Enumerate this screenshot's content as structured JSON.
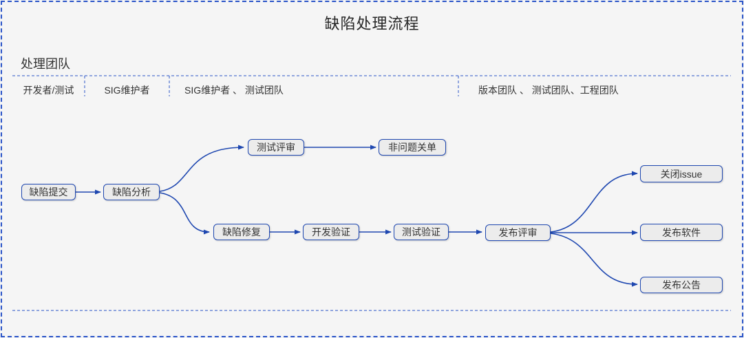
{
  "title": "缺陷处理流程",
  "pool": {
    "label": "处理团队"
  },
  "lanes": [
    {
      "label": "开发者/测试"
    },
    {
      "label": "SIG维护者"
    },
    {
      "label": "SIG维护者 、 测试团队"
    },
    {
      "label": "版本团队 、 测试团队、工程团队"
    }
  ],
  "nodes": [
    {
      "id": "defect-submit",
      "label": "缺陷提交"
    },
    {
      "id": "defect-analysis",
      "label": "缺陷分析"
    },
    {
      "id": "test-review",
      "label": "测试评审"
    },
    {
      "id": "non-issue-close",
      "label": "非问题关单"
    },
    {
      "id": "defect-fix",
      "label": "缺陷修复"
    },
    {
      "id": "dev-verify",
      "label": "开发验证"
    },
    {
      "id": "test-verify",
      "label": "测试验证"
    },
    {
      "id": "release-review",
      "label": "发布评审"
    },
    {
      "id": "close-issue",
      "label": "关闭issue"
    },
    {
      "id": "release-software",
      "label": "发布软件"
    },
    {
      "id": "release-announcement",
      "label": "发布公告"
    }
  ],
  "edges": [
    {
      "from": "缺陷提交",
      "to": "缺陷分析"
    },
    {
      "from": "缺陷分析",
      "to": "测试评审"
    },
    {
      "from": "缺陷分析",
      "to": "缺陷修复"
    },
    {
      "from": "测试评审",
      "to": "非问题关单"
    },
    {
      "from": "缺陷修复",
      "to": "开发验证"
    },
    {
      "from": "开发验证",
      "to": "测试验证"
    },
    {
      "from": "测试验证",
      "to": "发布评审"
    },
    {
      "from": "发布评审",
      "to": "关闭issue"
    },
    {
      "from": "发布评审",
      "to": "发布软件"
    },
    {
      "from": "发布评审",
      "to": "发布公告"
    }
  ],
  "colors": {
    "accent_blue": "#2b55c8",
    "line_blue": "#1e47b0",
    "node_fill": "#ececec",
    "node_text": "#333333",
    "background": "#f5f5f5"
  }
}
